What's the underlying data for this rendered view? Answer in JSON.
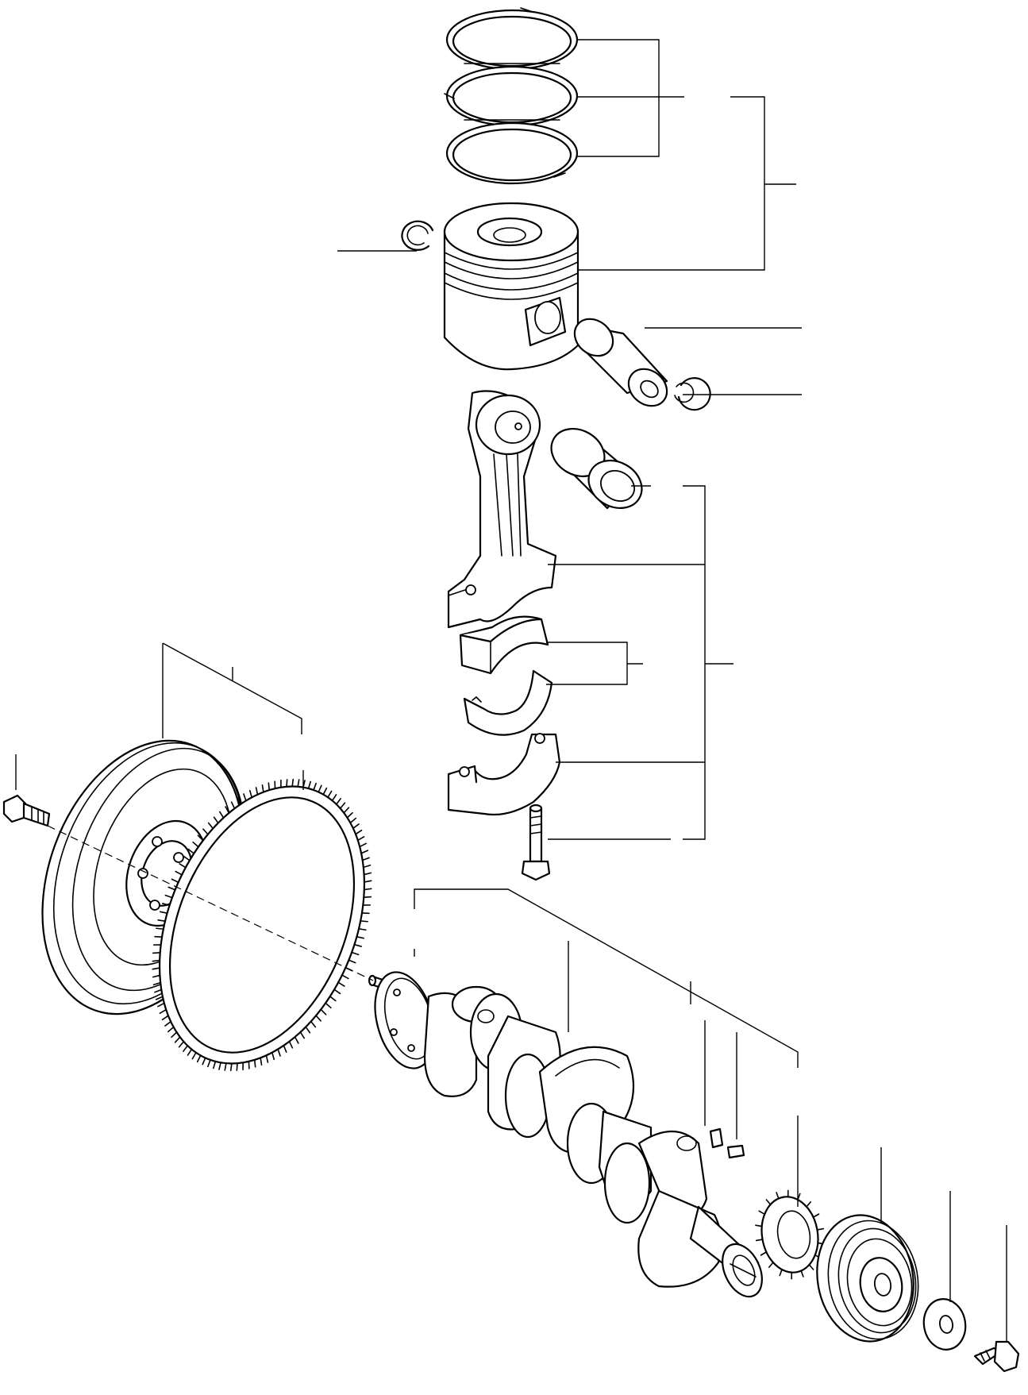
{
  "diagram": {
    "parts": [
      {
        "id": "piston-ring-top",
        "icon": "ring-icon"
      },
      {
        "id": "piston-ring-middle",
        "icon": "ring-icon"
      },
      {
        "id": "piston-ring-oil",
        "icon": "ring-icon"
      },
      {
        "id": "piston",
        "icon": "piston-icon"
      },
      {
        "id": "snap-ring-left",
        "icon": "snap-ring-icon"
      },
      {
        "id": "piston-pin",
        "icon": "pin-icon"
      },
      {
        "id": "snap-ring-right",
        "icon": "snap-ring-icon"
      },
      {
        "id": "connecting-rod",
        "icon": "con-rod-icon"
      },
      {
        "id": "small-end-bushing",
        "icon": "bushing-icon"
      },
      {
        "id": "bearing-shell-upper",
        "icon": "bearing-icon"
      },
      {
        "id": "bearing-shell-lower",
        "icon": "bearing-icon"
      },
      {
        "id": "rod-cap",
        "icon": "rod-cap-icon"
      },
      {
        "id": "rod-bolt",
        "icon": "bolt-icon"
      },
      {
        "id": "flywheel",
        "icon": "flywheel-icon"
      },
      {
        "id": "ring-gear",
        "icon": "ring-gear-icon"
      },
      {
        "id": "flywheel-bolt",
        "icon": "bolt-icon"
      },
      {
        "id": "dowel-pin",
        "icon": "pin-icon"
      },
      {
        "id": "crankshaft",
        "icon": "crankshaft-icon"
      },
      {
        "id": "key-1",
        "icon": "key-icon"
      },
      {
        "id": "key-2",
        "icon": "key-icon"
      },
      {
        "id": "crank-gear",
        "icon": "gear-icon"
      },
      {
        "id": "pulley",
        "icon": "pulley-icon"
      },
      {
        "id": "washer",
        "icon": "washer-icon"
      },
      {
        "id": "pulley-bolt",
        "icon": "bolt-icon"
      }
    ],
    "colors": {
      "line": "#000000",
      "background": "#ffffff"
    }
  }
}
